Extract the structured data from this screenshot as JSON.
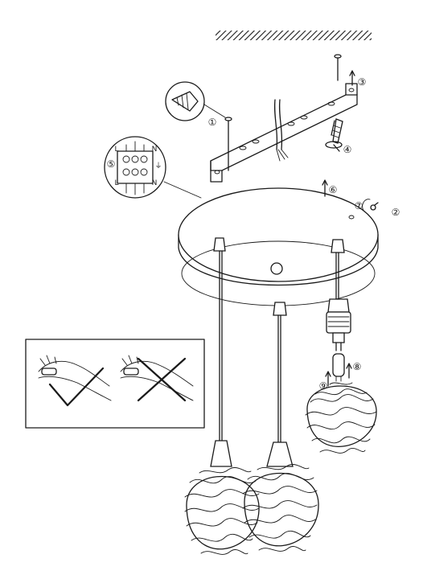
{
  "steps": [
    {
      "id": "step-1",
      "label": "①"
    },
    {
      "id": "step-2",
      "label": "②"
    },
    {
      "id": "step-3",
      "label": "③"
    },
    {
      "id": "step-4",
      "label": "④"
    },
    {
      "id": "step-5",
      "label": "⑤"
    },
    {
      "id": "step-6",
      "label": "⑥"
    },
    {
      "id": "step-7",
      "label": "⑦"
    },
    {
      "id": "step-8",
      "label": "⑧"
    },
    {
      "id": "step-9",
      "label": "⑨"
    }
  ],
  "terminal": {
    "live_label": "L",
    "neutral_label": "N",
    "ground_symbol": "⏚"
  },
  "icons": {
    "do_not_touch_bulb": "cross-mark-icon",
    "correct_handling": "check-mark-icon"
  }
}
